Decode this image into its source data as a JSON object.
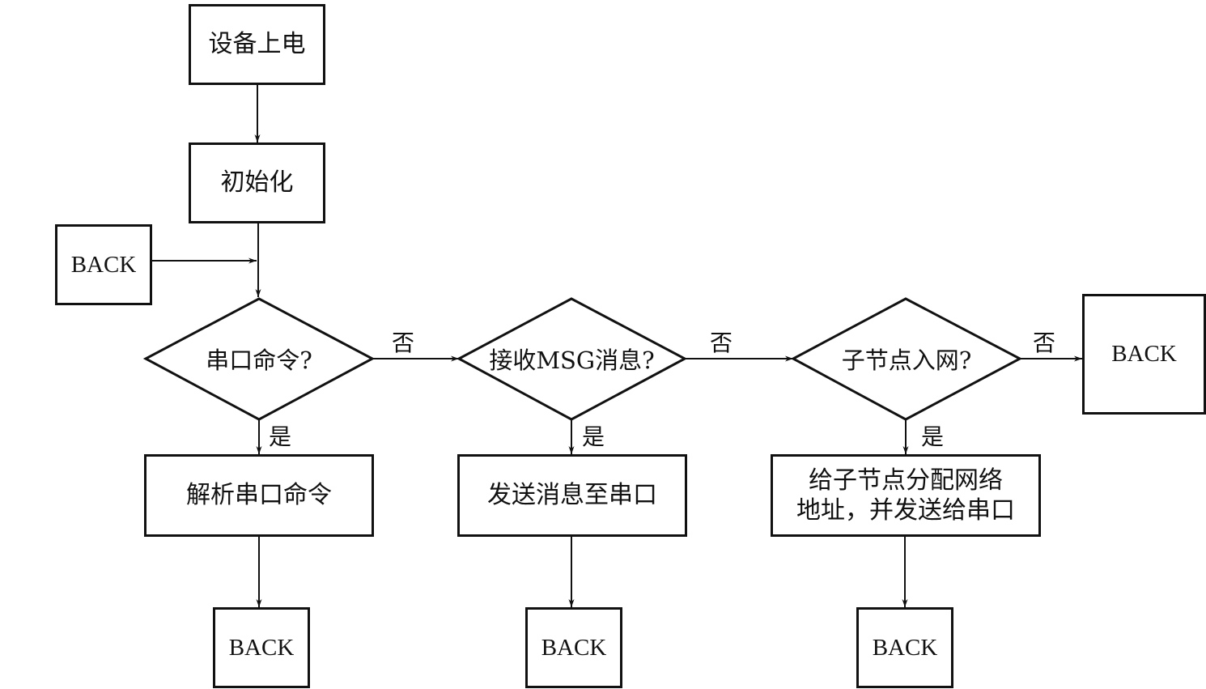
{
  "nodes": {
    "power_on": "设备上电",
    "init": "初始化",
    "back_left": "BACK",
    "q_serial_cmd": "串口命令?",
    "q_recv_msg": "接收MSG消息?",
    "q_child_join": "子节点入网?",
    "back_right": "BACK",
    "parse_serial_cmd": "解析串口命令",
    "send_msg_serial": "发送消息至串口",
    "assign_addr_line1": "给子节点分配网络",
    "assign_addr_line2": "地址，并发送给串口",
    "back_bottom_1": "BACK",
    "back_bottom_2": "BACK",
    "back_bottom_3": "BACK"
  },
  "edge_labels": {
    "no_1": "否",
    "no_2": "否",
    "no_3": "否",
    "yes_1": "是",
    "yes_2": "是",
    "yes_3": "是"
  },
  "colors": {
    "stroke": "#111111",
    "background": "#ffffff"
  }
}
